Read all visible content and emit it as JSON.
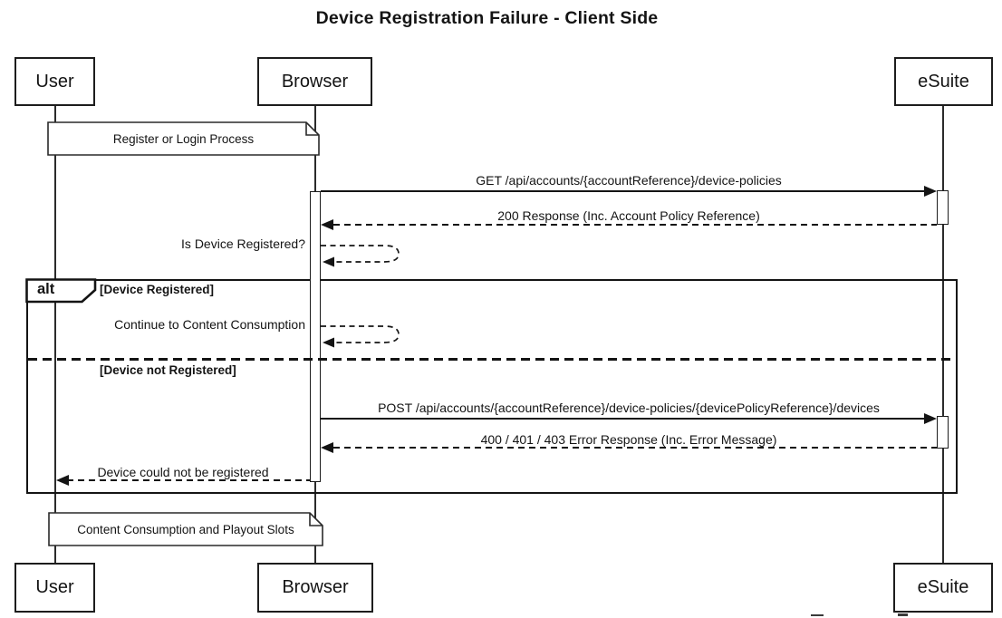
{
  "title": "Device Registration Failure - Client Side",
  "actors": [
    {
      "label": "User"
    },
    {
      "label": "Browser"
    },
    {
      "label": "eSuite"
    }
  ],
  "notes": [
    {
      "text": "Register or Login Process"
    },
    {
      "text": "Content Consumption and Playout Slots"
    }
  ],
  "fragment": {
    "operator": "alt",
    "guard_registered": "[Device Registered]",
    "guard_not_registered": "[Device not Registered]"
  },
  "messages": [
    {
      "text": "GET /api/accounts/{accountReference}/device-policies",
      "type": "request",
      "from": "Browser",
      "to": "eSuite"
    },
    {
      "text": "200 Response (Inc. Account Policy Reference)",
      "type": "response",
      "from": "eSuite",
      "to": "Browser"
    },
    {
      "text": "Is Device Registered?",
      "type": "self",
      "from": "Browser",
      "to": "Browser"
    },
    {
      "text": "Continue to Content Consumption",
      "type": "self",
      "from": "Browser",
      "to": "Browser"
    },
    {
      "text": "POST /api/accounts/{accountReference}/device-policies/{devicePolicyReference}/devices",
      "type": "request",
      "from": "Browser",
      "to": "eSuite"
    },
    {
      "text": "400 / 401 / 403 Error Response (Inc. Error Message)",
      "type": "response",
      "from": "eSuite",
      "to": "Browser"
    },
    {
      "text": "Device could not be registered",
      "type": "response",
      "from": "Browser",
      "to": "User"
    }
  ],
  "colors": {
    "ink": "#141414",
    "background": "#ffffff"
  }
}
